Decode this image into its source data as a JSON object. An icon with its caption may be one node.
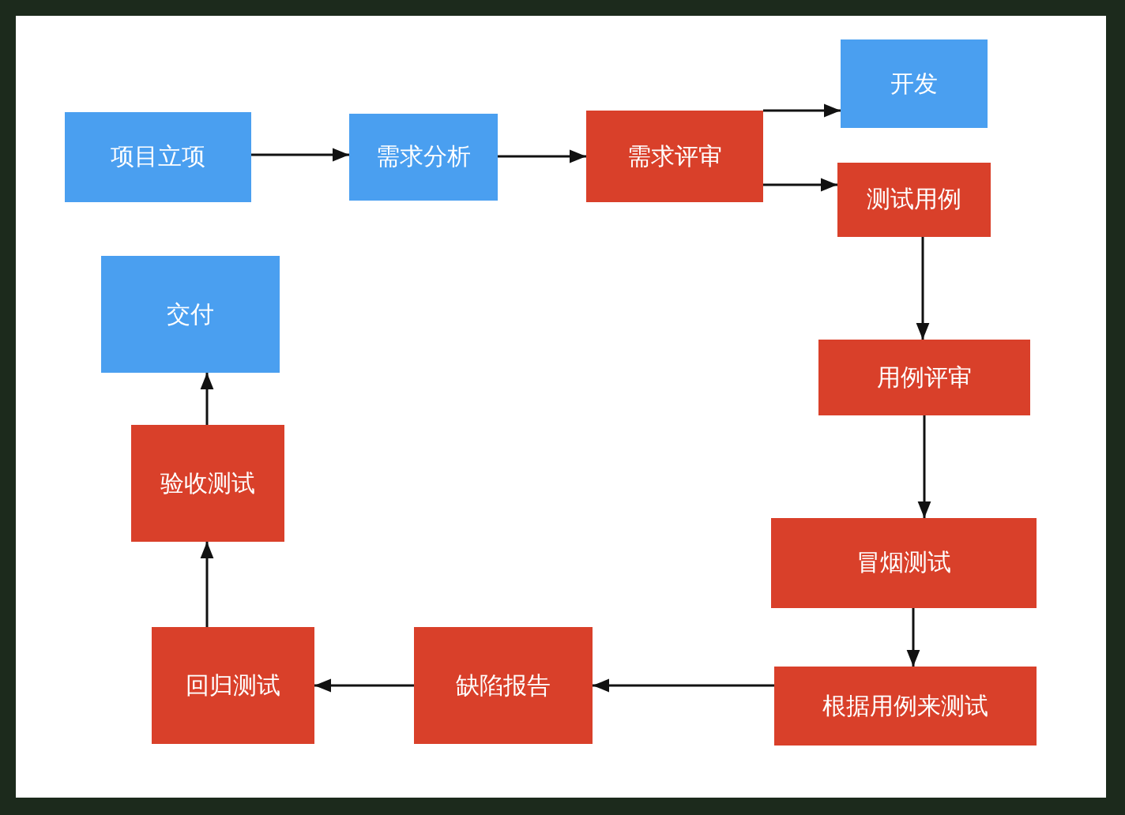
{
  "diagram": {
    "nodes": [
      {
        "text": [
          "项目立项"
        ]
      },
      {
        "text": [
          "需求分析"
        ]
      },
      {
        "text": [
          "需求评审"
        ]
      },
      {
        "text": [
          "开发"
        ]
      },
      {
        "text": [
          "测试用例"
        ]
      },
      {
        "text": [
          "用例评审"
        ]
      },
      {
        "text": [
          "冒烟测试"
        ]
      },
      {
        "text": [
          "根据用例来测试"
        ]
      },
      {
        "text": [
          "缺陷报告"
        ]
      },
      {
        "text": [
          "回归测试"
        ]
      },
      {
        "text": [
          "验收测试"
        ]
      },
      {
        "text": [
          "交付"
        ]
      }
    ],
    "edges": [
      {
        "from": 0,
        "to": 1,
        "arrow": "to"
      },
      {
        "from": 1,
        "to": 2,
        "arrow": "to"
      },
      {
        "from": 2,
        "to": 3,
        "arrow": "to"
      },
      {
        "from": 2,
        "to": 4,
        "arrow": "to"
      },
      {
        "from": 4,
        "to": 5,
        "arrow": "to"
      },
      {
        "from": 5,
        "to": 6,
        "arrow": "to"
      },
      {
        "from": 6,
        "to": 7,
        "arrow": "to"
      },
      {
        "from": 7,
        "to": 8,
        "arrow": "to"
      },
      {
        "from": 8,
        "to": 9,
        "arrow": "to"
      },
      {
        "from": 9,
        "to": 10,
        "arrow": "to"
      },
      {
        "from": 10,
        "to": 11,
        "arrow": "to"
      }
    ]
  }
}
